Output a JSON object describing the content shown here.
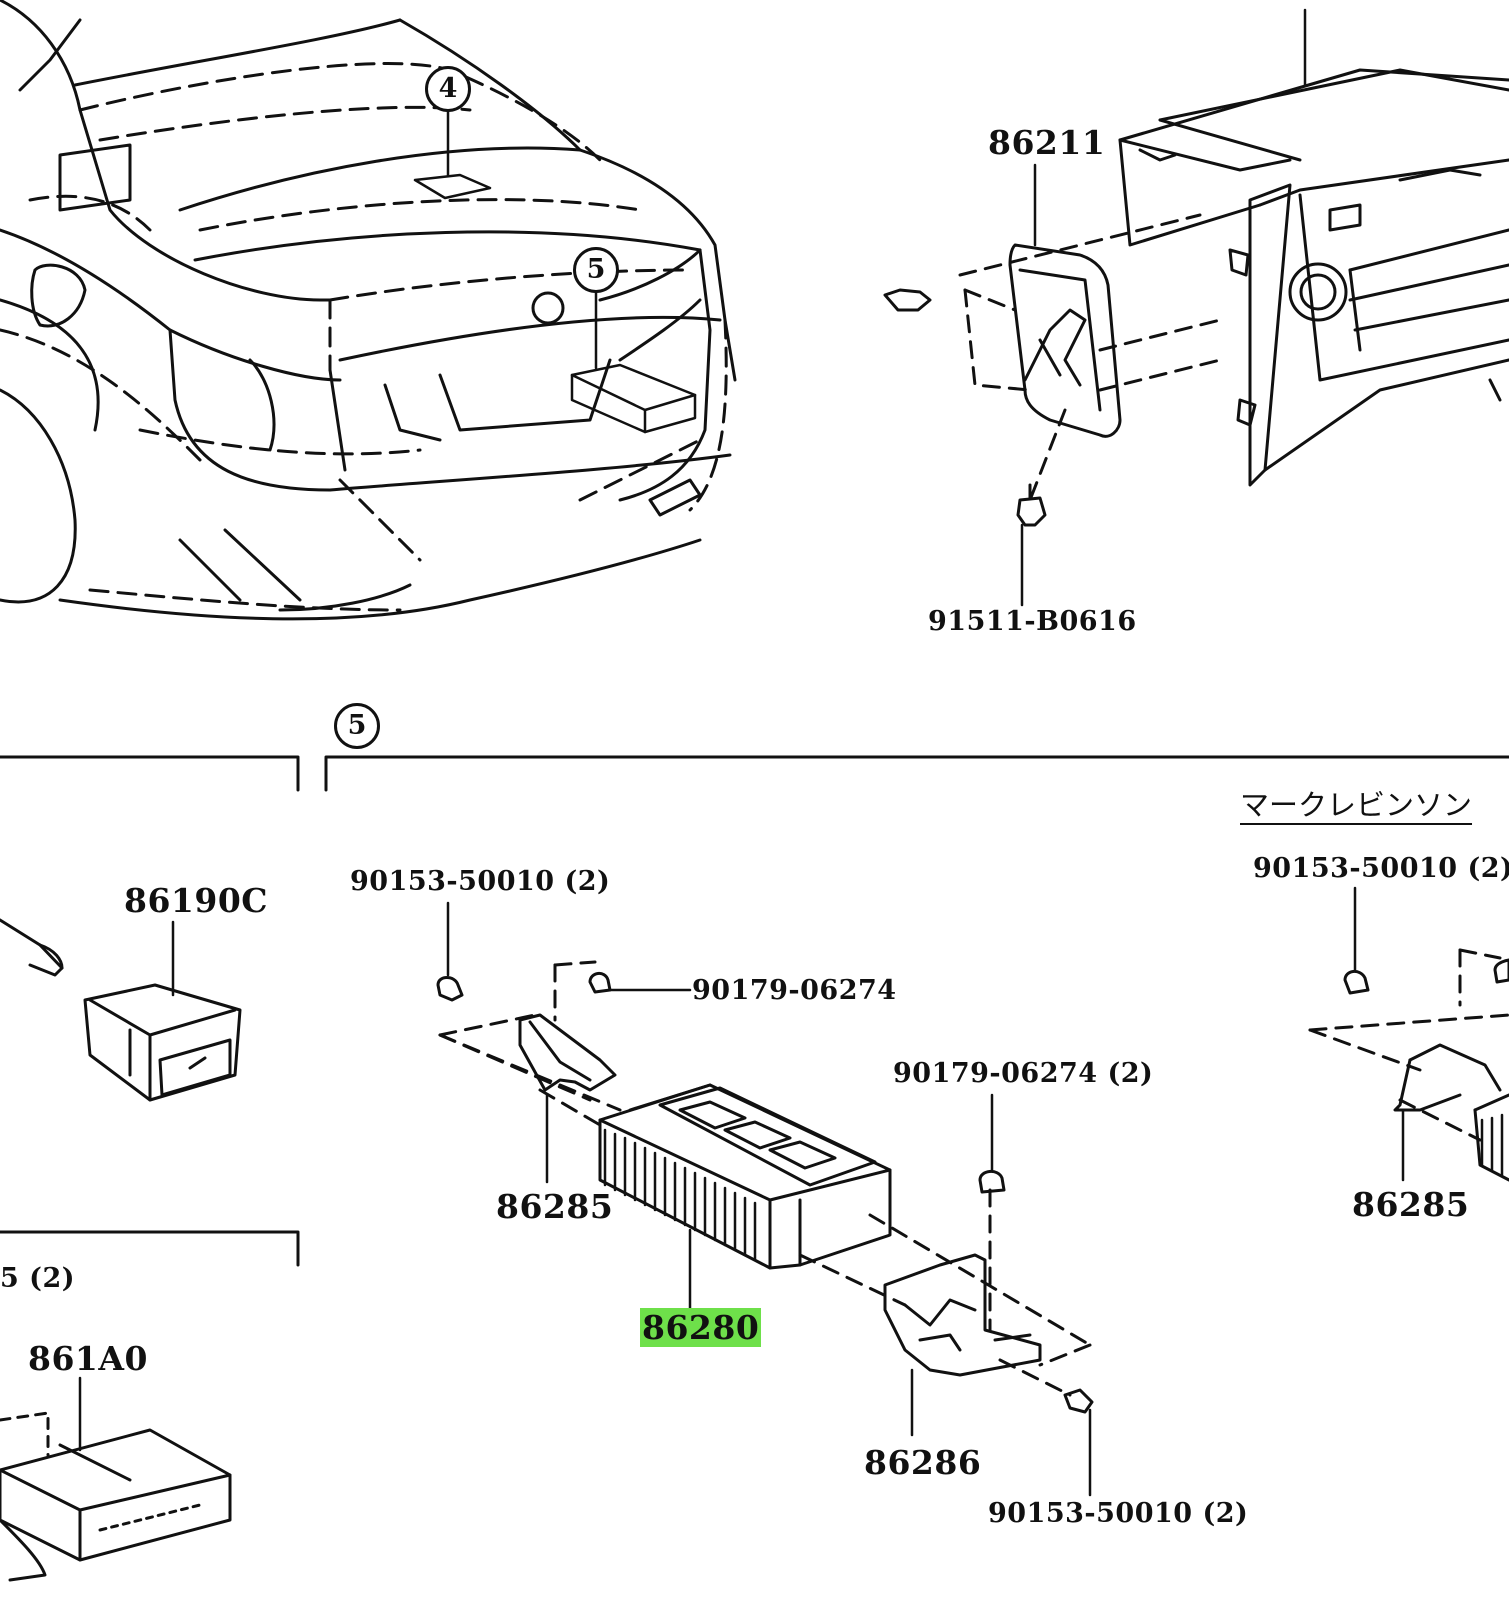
{
  "diagram": {
    "callouts": {
      "c4": "4",
      "c5_car": "5",
      "c5_section": "5"
    },
    "section_note": "マークレビンソン",
    "parts": {
      "p86211": "86211",
      "p91511": "91511-B0616",
      "p86190c": "86190C",
      "p861a0": "861A0",
      "p90153_a": "90153-50010 (2)",
      "p90179_a": "90179-06274",
      "p90179_b": "90179-06274 (2)",
      "p86285_a": "86285",
      "p86280": "86280",
      "p86286": "86286",
      "p90153_b": "90153-50010 (2)",
      "p90153_c": "90153-50010 (2)",
      "p86285_b": "86285",
      "p_cut": "5 (2)"
    }
  }
}
